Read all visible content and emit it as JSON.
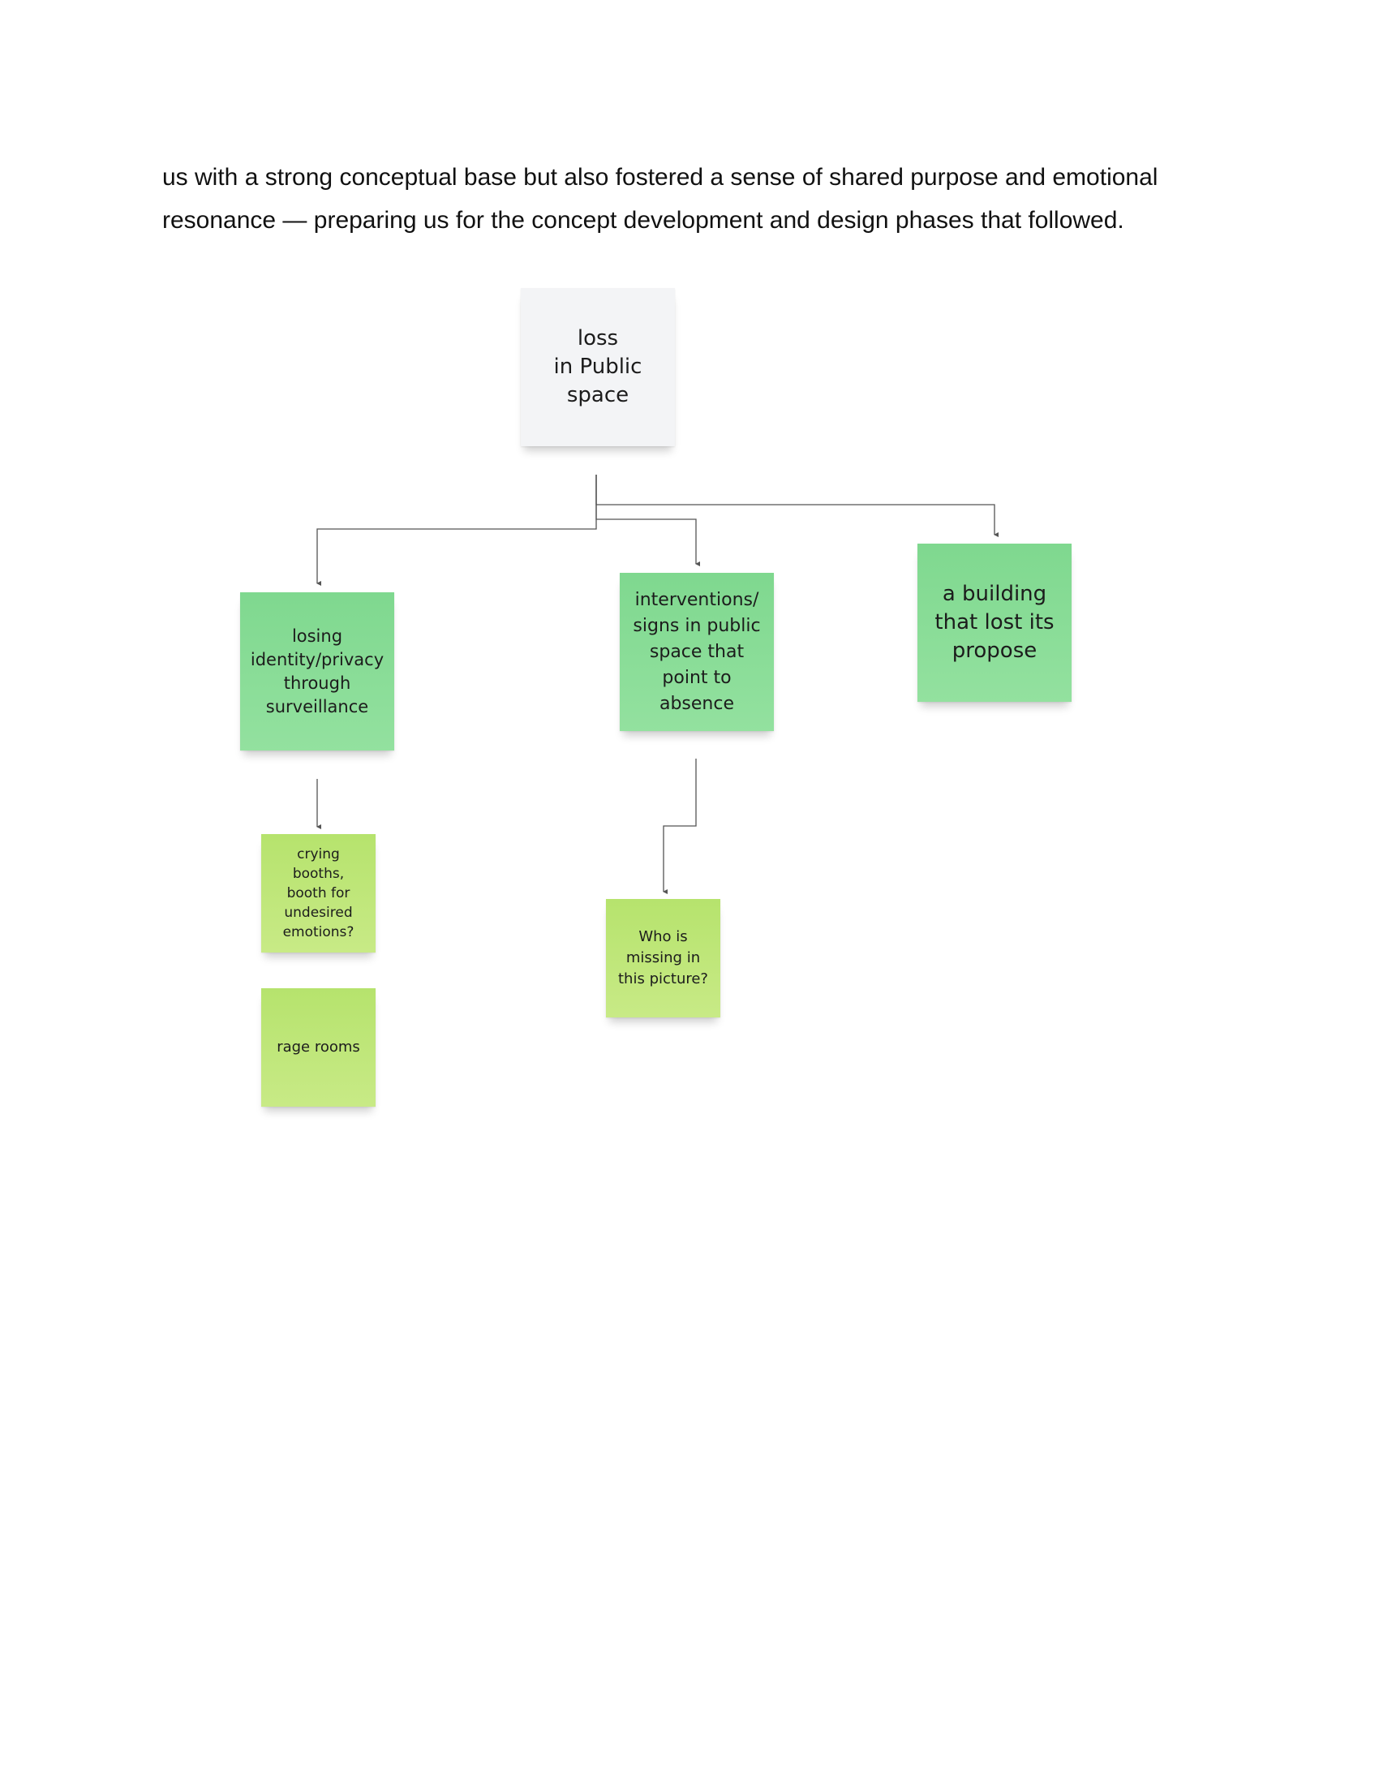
{
  "paragraph": {
    "line1": "us with a strong conceptual base but also fostered a sense of shared purpose and emotional",
    "line2": "resonance — preparing us for the concept development and design phases that followed."
  },
  "mindmap": {
    "root": "loss\nin Public\nspace",
    "branch_surveillance": "losing\nidentity/privacy\nthrough\nsurveillance",
    "branch_interventions": "interventions/\nsigns in public\nspace that\npoint to\nabsence",
    "branch_building": "a building\nthat lost its\npropose",
    "idea_crying_booths": "crying booths,\nbooth for\nundesired\nemotions?",
    "idea_rage_rooms": "rage rooms",
    "idea_who_missing": "Who is\nmissing in\nthis picture?"
  },
  "colors": {
    "root_note": "#f3f4f6",
    "branch_note": "#86db95",
    "idea_note": "#bfe77a",
    "connector": "#555555",
    "body_text": "#111111"
  }
}
